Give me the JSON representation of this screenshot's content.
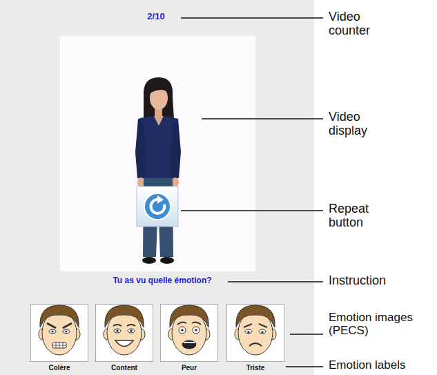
{
  "diagram": {
    "nodes": [
      {
        "text": [
          "Colère"
        ]
      },
      {
        "text": [
          "Content"
        ]
      },
      {
        "text": [
          "Peur"
        ]
      },
      {
        "text": [
          "Triste"
        ]
      }
    ],
    "labels": [
      "2/10",
      "Tu as vu quelle émotion?",
      "Video counter",
      "Video display",
      "Repeat button",
      "Instruction",
      "Emotion images (PECS)",
      "Emotion labels"
    ]
  }
}
